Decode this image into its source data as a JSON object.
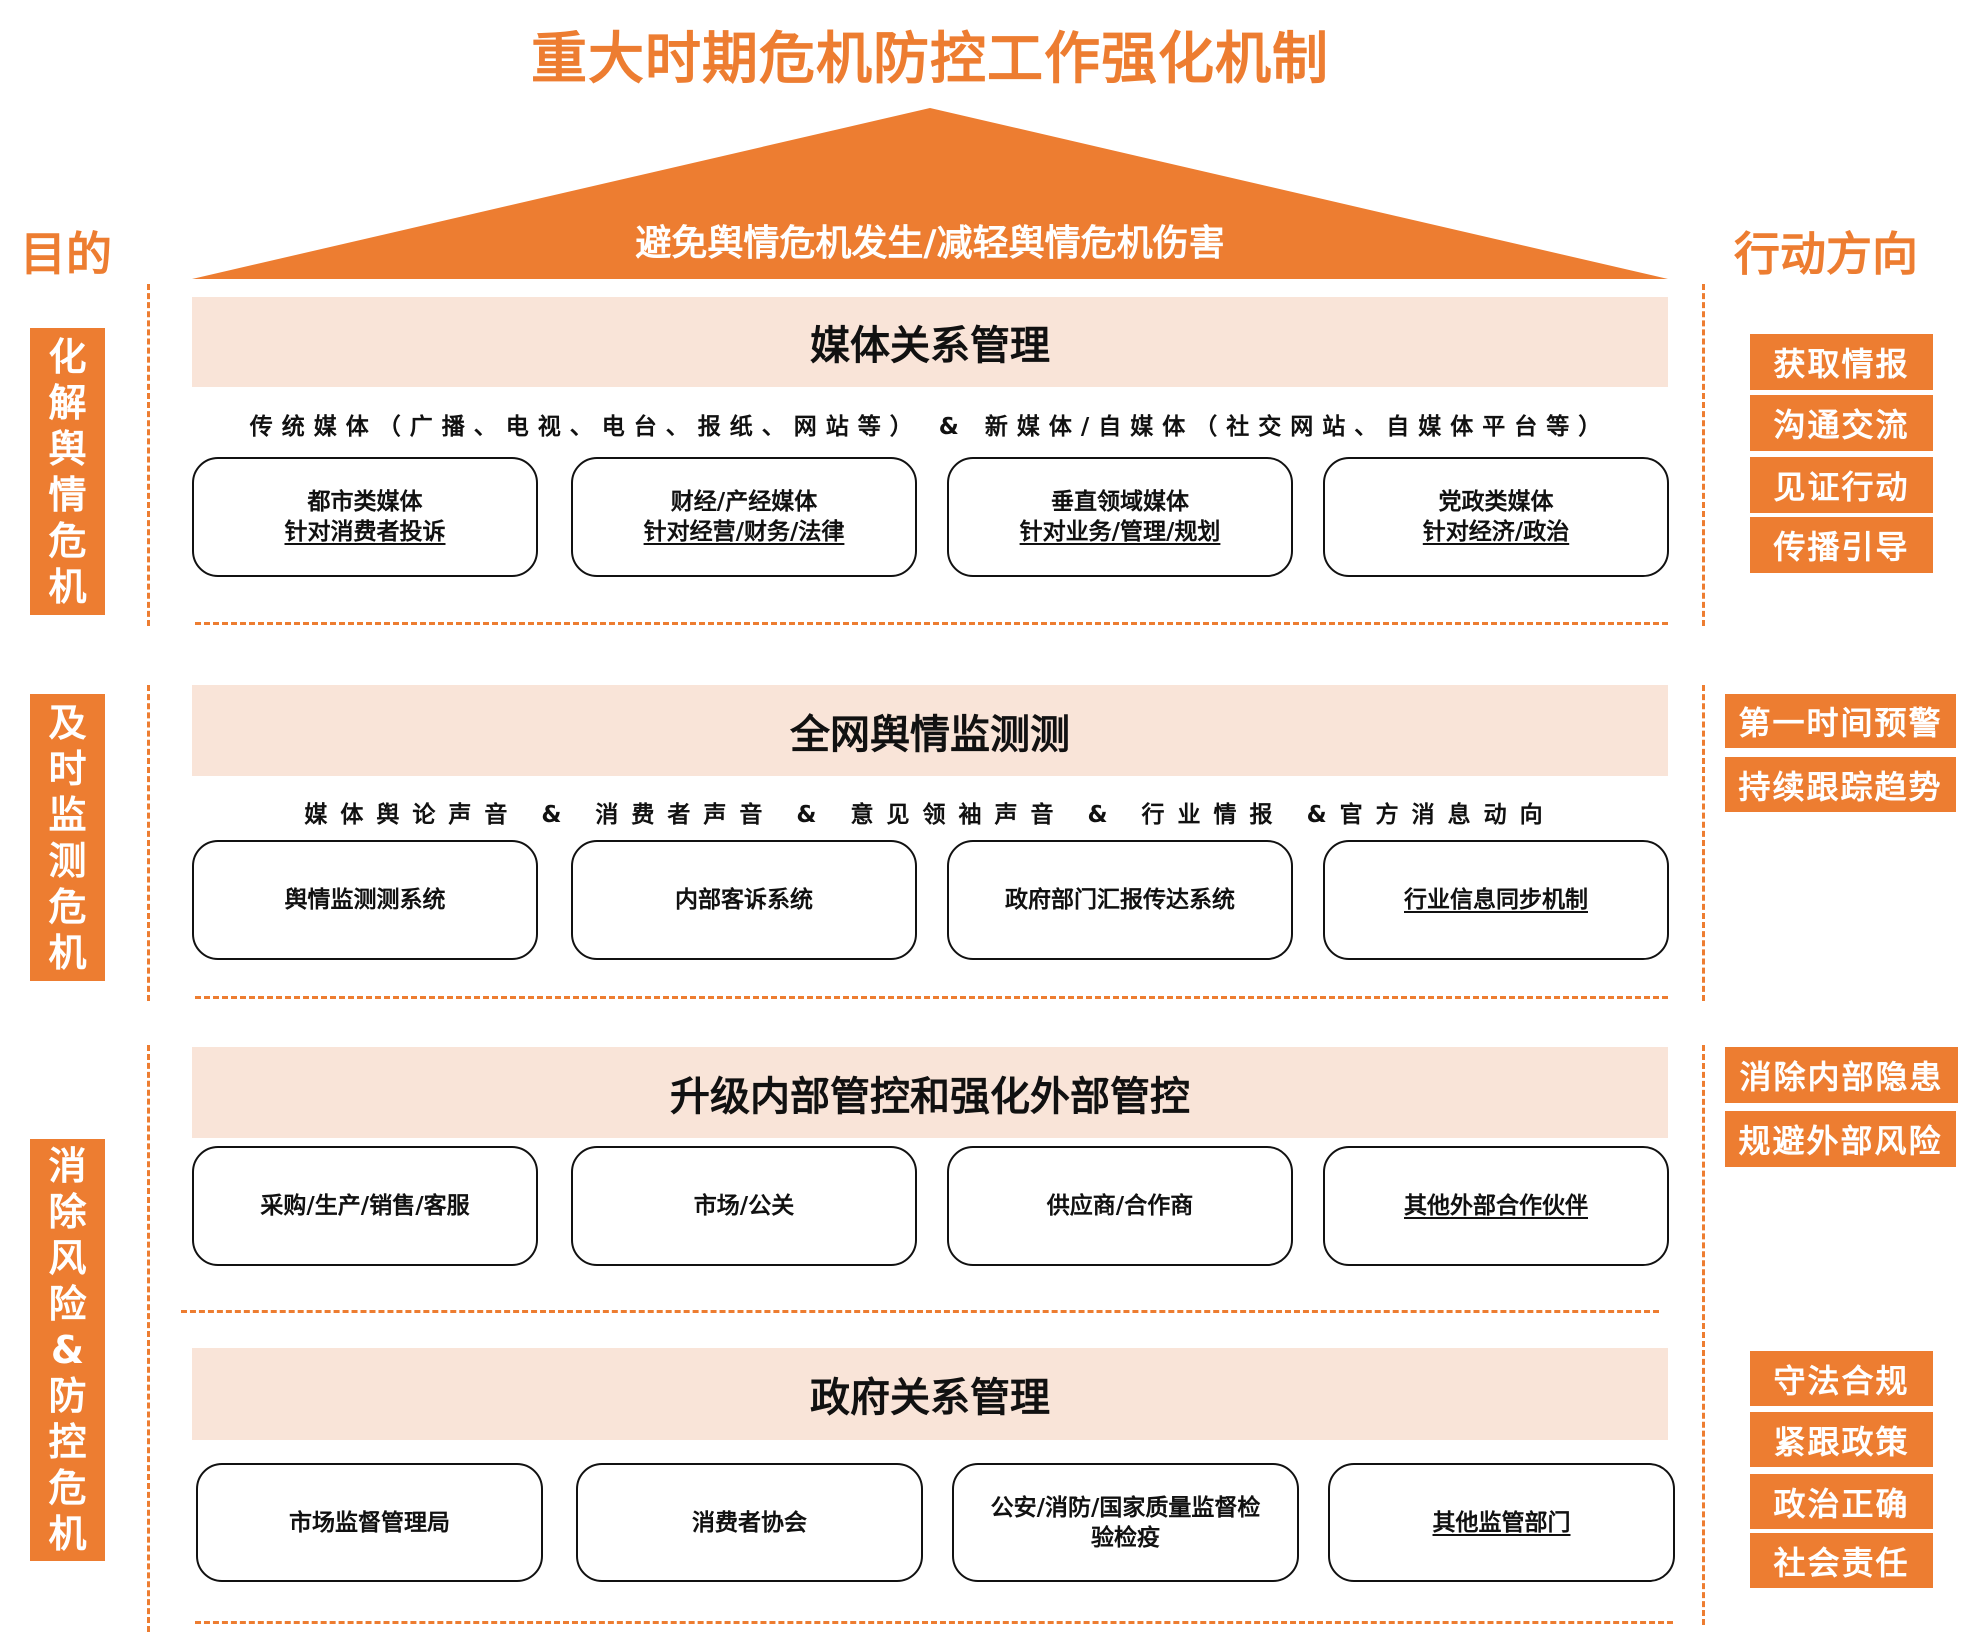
{
  "title": "重大时期危机防控工作强化机制",
  "left_header": "目的",
  "right_header": "行动方向",
  "roof": {
    "text": "避免舆情危机发生/减轻舆情危机伤害",
    "color": "#ED7D31"
  },
  "colors": {
    "accent": "#ED7D31",
    "band": "#F9E4D8",
    "text": "#111111"
  },
  "purposes": [
    {
      "label": "化解舆情危机",
      "chars": [
        "化",
        "解",
        "舆",
        "情",
        "危",
        "机"
      ]
    },
    {
      "label": "及时监测危机",
      "chars": [
        "及",
        "时",
        "监",
        "测",
        "危",
        "机"
      ]
    },
    {
      "label": "消除风险&防控危机",
      "chars": [
        "消",
        "除",
        "风",
        "险",
        "&",
        "防",
        "控",
        "危",
        "机"
      ]
    }
  ],
  "sections": [
    {
      "title": "媒体关系管理",
      "subtitle": "传统媒体（广播、电视、电台、报纸、网站等） & 新媒体/自媒体（社交网站、自媒体平台等）",
      "boxes": [
        {
          "line1": "都市类媒体",
          "line2": "针对消费者投诉"
        },
        {
          "line1": "财经/产经媒体",
          "line2": "针对经营/财务/法律"
        },
        {
          "line1": "垂直领域媒体",
          "line2": "针对业务/管理/规划"
        },
        {
          "line1": "党政类媒体",
          "line2": "针对经济/政治"
        }
      ],
      "actions": [
        "获取情报",
        "沟通交流",
        "见证行动",
        "传播引导"
      ]
    },
    {
      "title": "全网舆情监测测",
      "subtitle": "媒体舆论声音 & 消费者声音 & 意见领袖声音 & 行业情报 &官方消息动向",
      "boxes": [
        {
          "line1": "舆情监测测系统"
        },
        {
          "line1": "内部客诉系统"
        },
        {
          "line1": "政府部门汇报传达系统"
        },
        {
          "line1": "行业信息同步机制",
          "underline": true
        }
      ],
      "actions": [
        "第一时间预警",
        "持续跟踪趋势"
      ]
    },
    {
      "title": "升级内部管控和强化外部管控",
      "boxes": [
        {
          "line1": "采购/生产/销售/客服"
        },
        {
          "line1": "市场/公关"
        },
        {
          "line1": "供应商/合作商"
        },
        {
          "line1": "其他外部合作伙伴",
          "underline": true
        }
      ],
      "actions": [
        "消除内部隐患",
        "规避外部风险"
      ]
    },
    {
      "title": "政府关系管理",
      "boxes": [
        {
          "line1": "市场监督管理局"
        },
        {
          "line1": "消费者协会"
        },
        {
          "line1": "公安/消防/国家质量监督检验检疫"
        },
        {
          "line1": "其他监管部门",
          "underline": true
        }
      ],
      "actions": [
        "守法合规",
        "紧跟政策",
        "政治正确",
        "社会责任"
      ]
    }
  ]
}
